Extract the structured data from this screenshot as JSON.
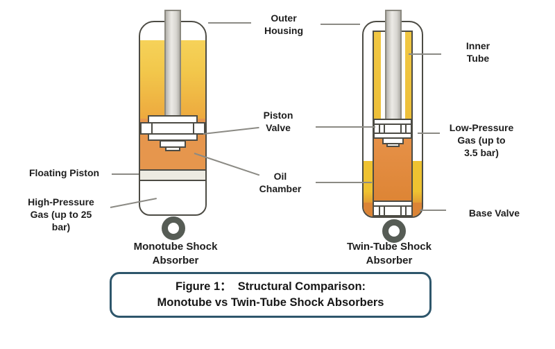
{
  "colors": {
    "ink": "#1d1d1d",
    "outline": "#4c4b44",
    "leader": "#8b8a84",
    "yellow-top": "#f6d259",
    "yellow-mid": "#f2c74b",
    "amber": "#eda93e",
    "oil-left": "#e6964d",
    "oil-right-top": "#e69148",
    "oil-right-bottom": "#dd8434",
    "inner-yellow-top": "#f1c742",
    "inner-yellow-bottom": "#edbf38",
    "annulus-yellow": "#eec231",
    "annulus-orange": "#db8436",
    "float-gray": "#edebe2",
    "ring": "#565c55",
    "figure-border": "#2e566b"
  },
  "labels": {
    "outer_housing": {
      "lines": [
        "Outer",
        "Housing"
      ]
    },
    "inner_tube": {
      "lines": [
        "Inner",
        "Tube"
      ]
    },
    "piston_valve": {
      "lines": [
        "Piston",
        "Valve"
      ]
    },
    "oil_chamber": {
      "lines": [
        "Oil",
        "Chamber"
      ]
    },
    "floating_piston": {
      "lines": [
        "Floating Piston"
      ]
    },
    "high_pressure_gas": {
      "lines": [
        "High-Pressure",
        "Gas (up to 25",
        "bar)"
      ]
    },
    "low_pressure_gas": {
      "lines": [
        "Low-Pressure",
        "Gas (up to",
        "3.5 bar)"
      ]
    },
    "base_valve": {
      "lines": [
        "Base Valve"
      ]
    }
  },
  "captions": {
    "monotube": {
      "lines": [
        "Monotube Shock",
        "Absorber"
      ]
    },
    "twin_tube": {
      "lines": [
        "Twin-Tube Shock",
        "Absorber"
      ]
    }
  },
  "figure": {
    "line1": "Figure 1：  Structural Comparison:",
    "line2": "Monotube vs Twin-Tube Shock Absorbers"
  }
}
